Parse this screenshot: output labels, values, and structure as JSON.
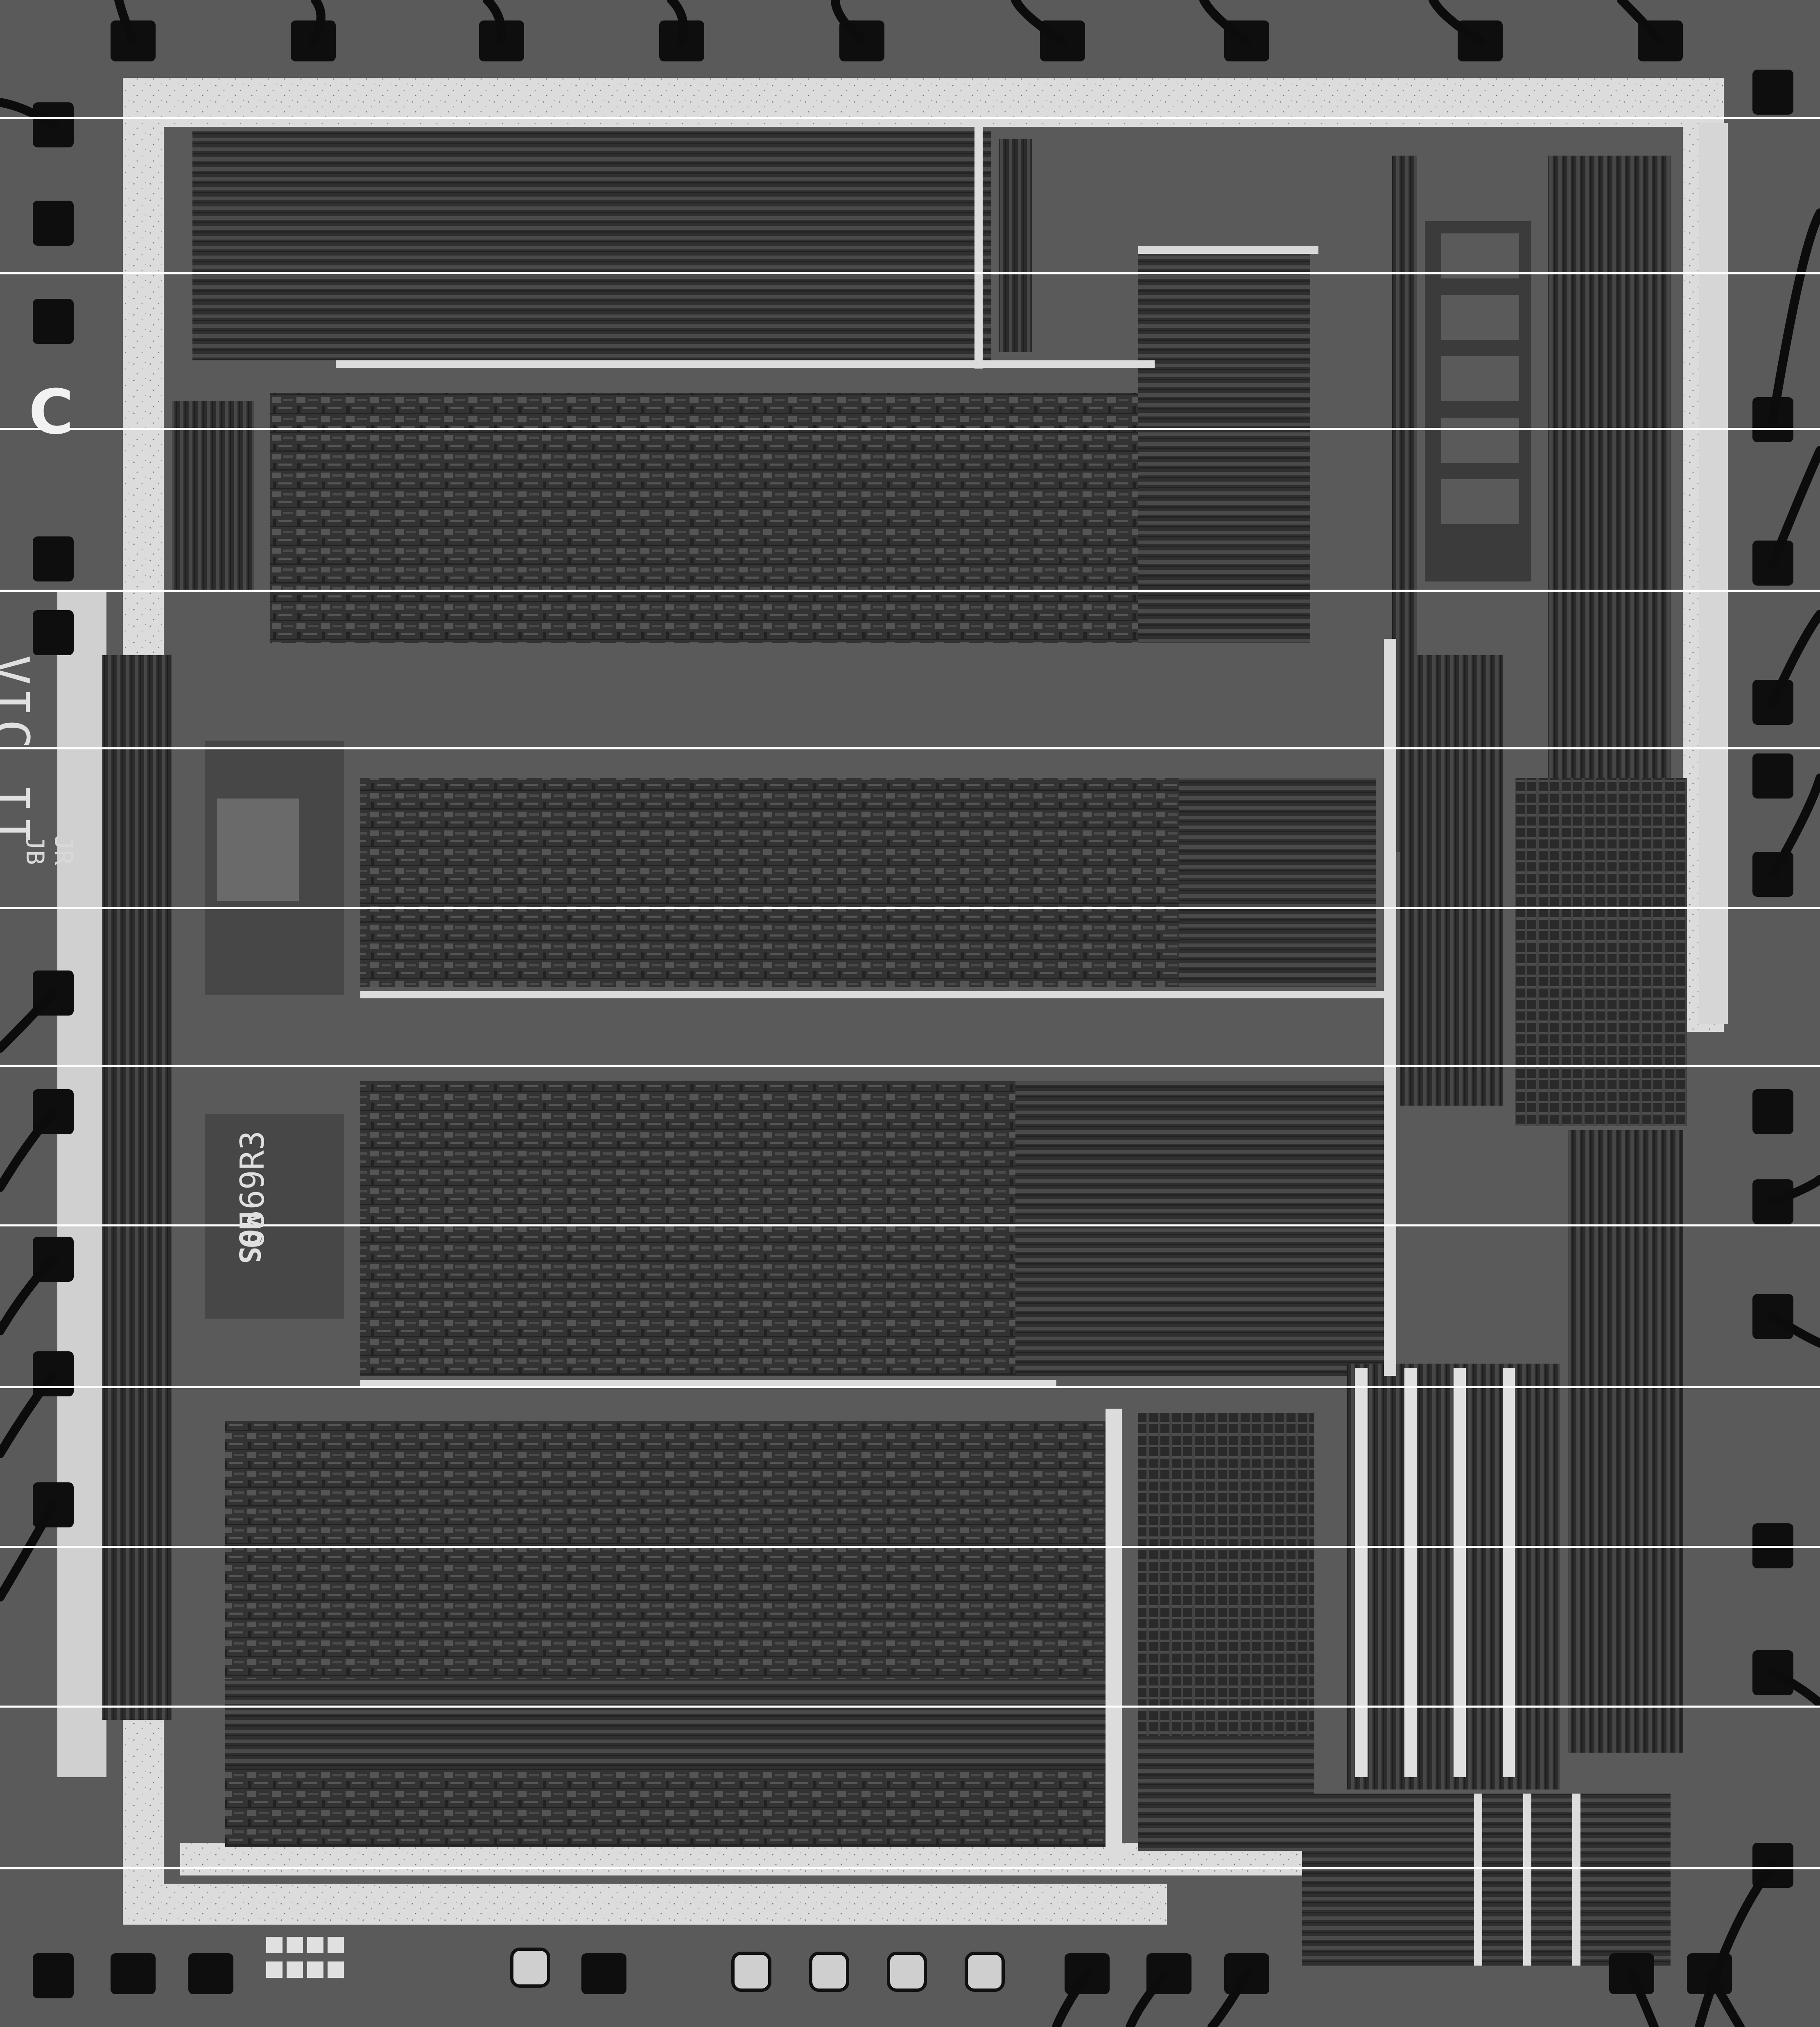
{
  "die_markings": {
    "logo": "C",
    "chip_name": "VIC II",
    "designer_initials_1": "JR",
    "designer_initials_2": "JB",
    "manufacturer": "MOS",
    "part_number": "6569R3"
  },
  "colors": {
    "substrate": "#5a5a5a",
    "metal": "#d9d9d9",
    "dark_logic": "#2e2e2e",
    "pad": "#0e0e0e",
    "background": "#1a1a1a"
  }
}
